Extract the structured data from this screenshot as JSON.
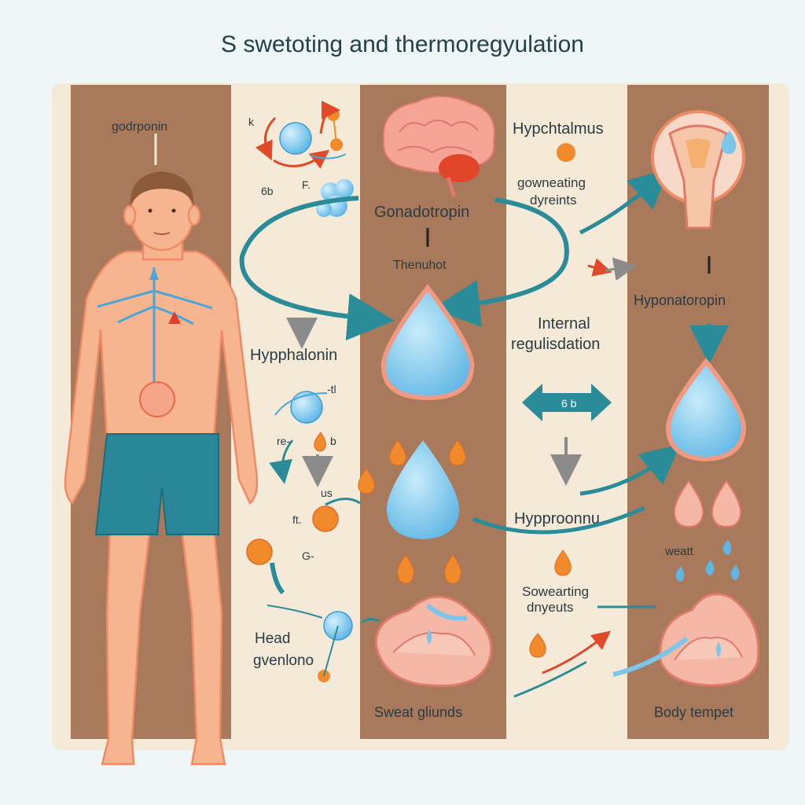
{
  "title": "S swetoting and thermoregyulation",
  "labels": {
    "godrponin": "godrponin",
    "hypphalonin": "Hypphalonin",
    "head": "Head",
    "gvenlono": "gvenlono",
    "gonadotropin": "Gonadotropin",
    "thenuhot": "Thenuhot",
    "sweat_glands": "Sweat gliunds",
    "hypchtalmus": "Hypchtalmus",
    "gowneating_line1": "gowneating",
    "gowneating_line2": "dyreints",
    "internal_line1": "Internal",
    "internal_line2": "regulisdation",
    "six_b": "6 b",
    "hypproonnu": "Hypproonnu",
    "sowearting_line1": "Sowearting",
    "sowearting_line2": "dnyeuts",
    "hyponatoropin": "Hyponatoropin",
    "weatt": "weatt",
    "body_tempet": "Body tempet"
  },
  "small_labels": {
    "k": "k",
    "sixb": "6b",
    "f1": "F.",
    "tl": "-tl",
    "re": "re-",
    "b": "b",
    "us": "us",
    "ft": "ft.",
    "g": "G-"
  },
  "colors": {
    "brown_band": "#a8795a",
    "cream_band": "#f4e9d8",
    "skin": "#f6b58f",
    "skin_outline": "#ee8a64",
    "shorts": "#2a8799",
    "teal_arrow": "#2a8c98",
    "droplet": "#7cc6ea",
    "droplet_outline": "#f09a83",
    "orange": "#f08a2a",
    "brain": "#f5a394"
  }
}
